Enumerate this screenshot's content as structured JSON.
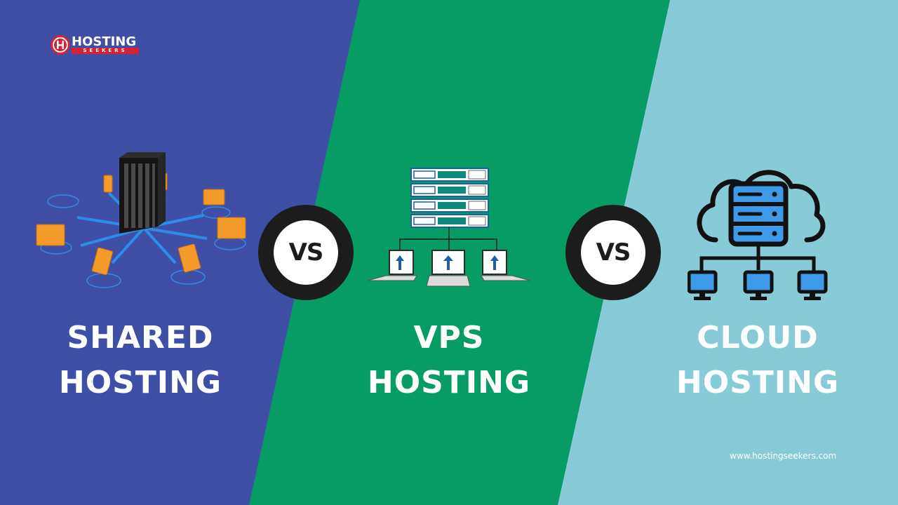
{
  "brand": {
    "name": "HOSTING",
    "tagline": "SEEKERS",
    "website": "www.hostingseekers.com"
  },
  "panels": [
    {
      "line1": "SHARED",
      "line2": "HOSTING",
      "color": "#3f4fa5",
      "illustration": "server-tower-file-sharing-icon"
    },
    {
      "line1": "VPS",
      "line2": "HOSTING",
      "color": "#079c63",
      "illustration": "server-rack-laptops-icon"
    },
    {
      "line1": "CLOUD",
      "line2": "HOSTING",
      "color": "#86cbd5",
      "illustration": "cloud-server-network-icon"
    }
  ],
  "separators": [
    "VS",
    "VS"
  ],
  "colors": {
    "accent_red": "#d92131",
    "badge_dark": "#1c1c1c",
    "folder_orange": "#f39a2b",
    "arrow_blue": "#2a8de8"
  }
}
